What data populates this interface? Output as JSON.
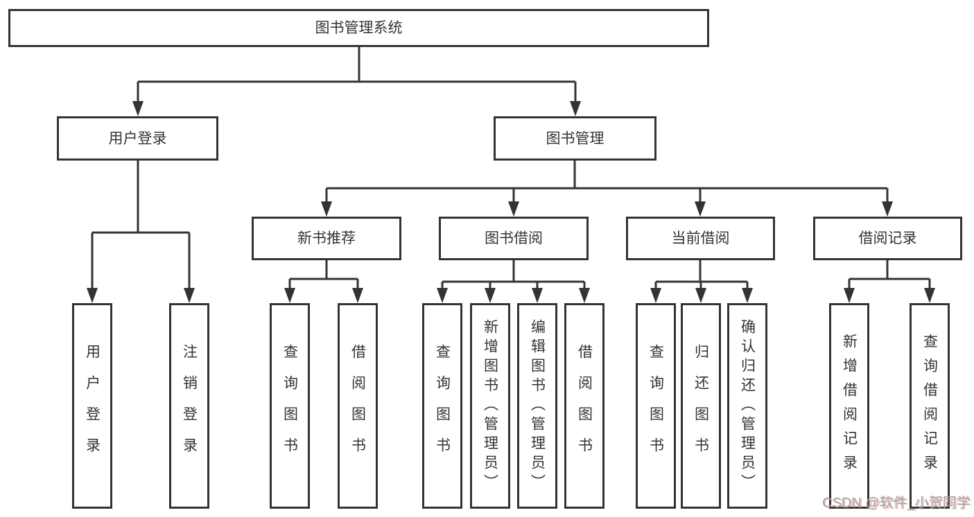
{
  "diagram": {
    "root": {
      "label": "图书管理系统"
    },
    "level2": {
      "user_login": {
        "label": "用户登录"
      },
      "book_management": {
        "label": "图书管理"
      }
    },
    "level3": {
      "new_book_recommend": {
        "label": "新书推荐"
      },
      "book_borrow": {
        "label": "图书借阅"
      },
      "current_borrow": {
        "label": "当前借阅"
      },
      "borrow_records": {
        "label": "借阅记录"
      }
    },
    "leaves": {
      "login_user_login": "用户登录",
      "login_logout": "注销登录",
      "recommend_query_books": "查询图书",
      "recommend_borrow_books": "借阅图书",
      "borrow_query_books": "查询图书",
      "borrow_add_books_admin": "新增图书（管理员）",
      "borrow_edit_books_admin": "编辑图书（管理员）",
      "borrow_borrow_books": "借阅图书",
      "current_query_books": "查询图书",
      "current_return_books": "归还图书",
      "current_confirm_return_admin": "确认归还（管理员）",
      "records_add_record": "新增借阅记录",
      "records_query_record": "查询借阅记录"
    },
    "line_color": "#333333",
    "box_border_color": "#333333",
    "background_color": "#ffffff"
  },
  "watermark": {
    "text": "CSDN @软件_小贺同学"
  }
}
